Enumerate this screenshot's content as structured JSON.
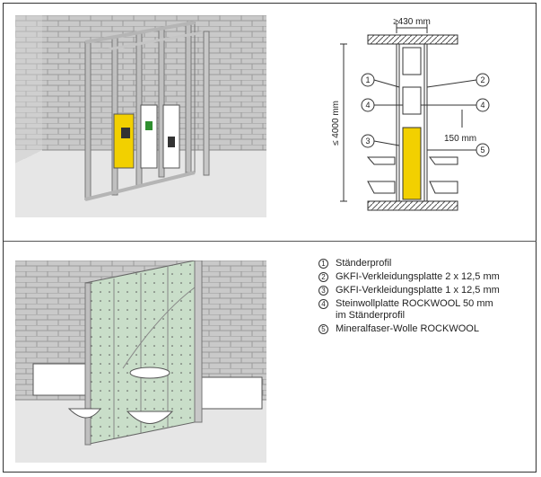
{
  "section_drawing": {
    "dim_width": "≥430 mm",
    "dim_height": "≤ 4000 mm",
    "dim_150": "150 mm",
    "callouts": [
      "1",
      "2",
      "3",
      "4",
      "4",
      "5"
    ]
  },
  "legend": {
    "items": [
      {
        "num": "1",
        "text": "Ständerprofil"
      },
      {
        "num": "2",
        "text": "GKFI-Verkleidungsplatte 2 x 12,5 mm"
      },
      {
        "num": "3",
        "text": "GKFI-Verkleidungsplatte 1 x 12,5 mm"
      },
      {
        "num": "4",
        "text": "Steinwollplatte ROCKWOOL 50 mm",
        "text2": "im Ständerprofil"
      },
      {
        "num": "5",
        "text": "Mineralfaser-Wolle ROCKWOOL"
      }
    ]
  }
}
